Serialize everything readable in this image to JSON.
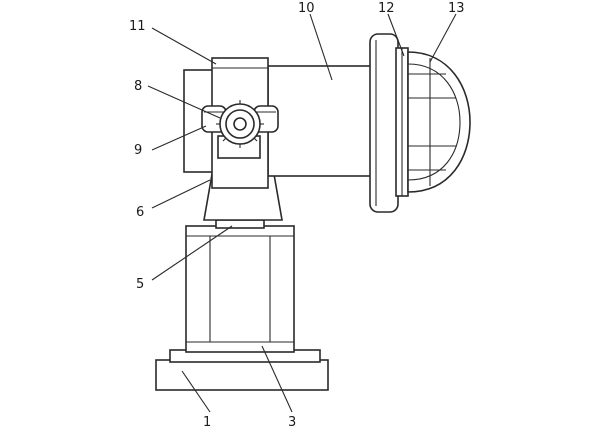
{
  "labels": {
    "l1": "1",
    "l3": "3",
    "l5": "5",
    "l6": "6",
    "l8": "8",
    "l9": "9",
    "l10": "10",
    "l11": "11",
    "l12": "12",
    "l13": "13"
  },
  "colors": {
    "line": "#2a2a2a",
    "background": "#ffffff"
  }
}
